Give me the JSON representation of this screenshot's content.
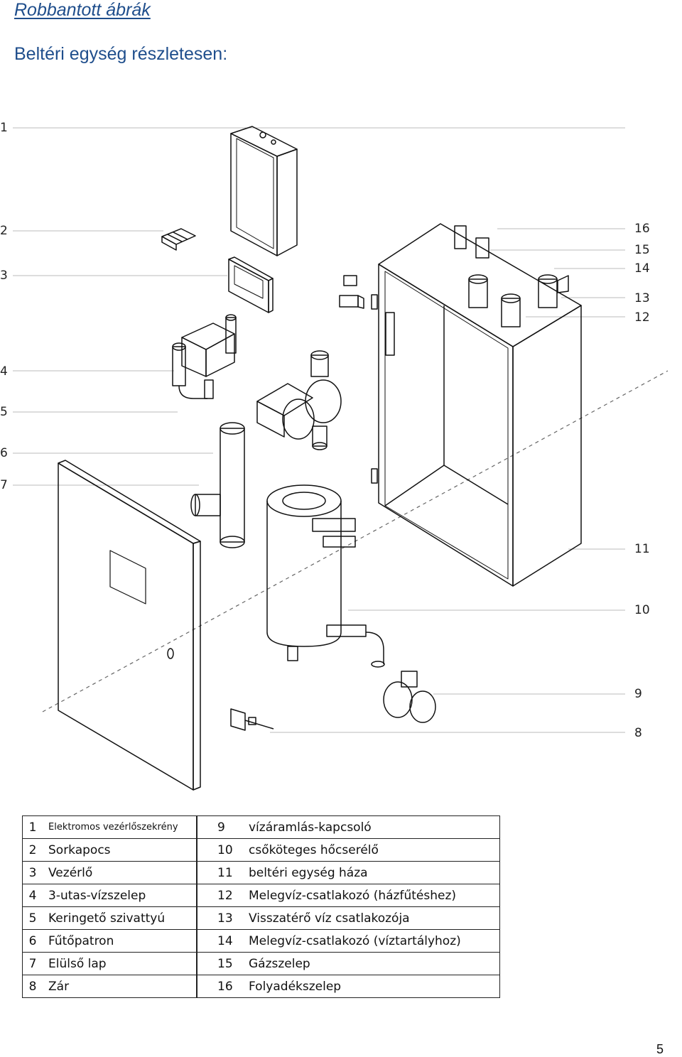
{
  "header": {
    "title": "Robbantott ábrák",
    "subtitle": "Beltéri egység részletesen:"
  },
  "callouts": {
    "left": [
      "1",
      "2",
      "3",
      "4",
      "5",
      "6",
      "7"
    ],
    "right": [
      "16",
      "15",
      "14",
      "13",
      "12",
      "11",
      "10",
      "9",
      "8"
    ]
  },
  "legend": {
    "rows": [
      {
        "n1": "1",
        "t1": "Elektromos vezérlőszekrény",
        "n2": "9",
        "t2": "vízáramlás-kapcsoló"
      },
      {
        "n1": "2",
        "t1": "Sorkapocs",
        "n2": "10",
        "t2": "csőköteges hőcserélő"
      },
      {
        "n1": "3",
        "t1": "Vezérlő",
        "n2": "11",
        "t2": "beltéri egység háza"
      },
      {
        "n1": "4",
        "t1": "3-utas-vízszelep",
        "n2": "12",
        "t2": "Melegvíz-csatlakozó (házfűtéshez)"
      },
      {
        "n1": "5",
        "t1": "Keringető szivattyú",
        "n2": "13",
        "t2": "Visszatérő víz csatlakozója"
      },
      {
        "n1": "6",
        "t1": "Fűtőpatron",
        "n2": "14",
        "t2": "Melegvíz-csatlakozó (víztartályhoz)"
      },
      {
        "n1": "7",
        "t1": "Elülső lap",
        "n2": "15",
        "t2": "Gázszelep"
      },
      {
        "n1": "8",
        "t1": "Zár",
        "n2": "16",
        "t2": "Folyadékszelep"
      }
    ]
  },
  "footer": {
    "page_number": "5"
  }
}
